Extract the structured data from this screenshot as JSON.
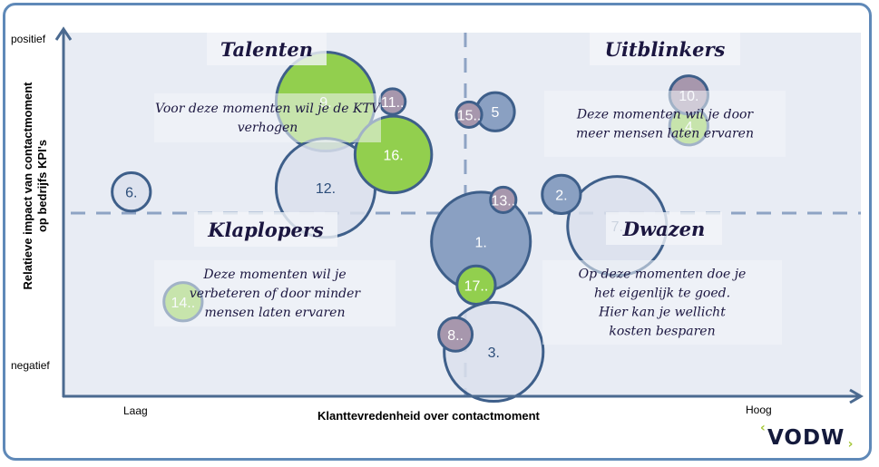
{
  "chart_data": {
    "type": "scatter",
    "subtype": "bubble",
    "title": "",
    "xlabel": "Klanttevredenheid over contactmoment",
    "ylabel": "Relatieve impact van contactmoment\nop bedrijfs KPI's",
    "x_tick_labels": {
      "low": "Laag",
      "high": "Hoog"
    },
    "y_tick_labels": {
      "high": "positief",
      "low": "negatief"
    },
    "xlim": [
      0,
      100
    ],
    "ylim": [
      0,
      100
    ],
    "x_divider": 50,
    "y_divider": 50,
    "grid": false,
    "quadrants": [
      {
        "id": "talenten",
        "title": "Talenten",
        "description": "Voor deze momenten wil je de KTV verhogen",
        "position": "top-left"
      },
      {
        "id": "uitblinkers",
        "title": "Uitblinkers",
        "description": "Deze momenten wil je door meer mensen laten ervaren",
        "position": "top-right"
      },
      {
        "id": "klaplopers",
        "title": "Klaplopers",
        "description": "Deze momenten wil je verbeteren of door minder mensen laten ervaren",
        "position": "bottom-left"
      },
      {
        "id": "dwazen",
        "title": "Dwazen",
        "description": "Op deze momenten doe je het eigenlijk te goed. Hier kan je wellicht kosten besparen",
        "position": "bottom-right"
      }
    ],
    "bubble_categories": {
      "blue": "#8aa0c2",
      "light": "#dbe1ec",
      "green": "#92cf4e",
      "mauve": "#a797ad"
    },
    "bubbles": [
      {
        "label": "1.",
        "x": 52.3,
        "y": 42.4,
        "size": 6.2,
        "category": "blue"
      },
      {
        "label": "2.",
        "x": 62.4,
        "y": 55.4,
        "size": 2.4,
        "category": "blue"
      },
      {
        "label": "3.",
        "x": 53.9,
        "y": 12.0,
        "size": 6.2,
        "category": "light"
      },
      {
        "label": "4",
        "x": 78.4,
        "y": 74.3,
        "size": 2.4,
        "category": "green"
      },
      {
        "label": "5",
        "x": 54.1,
        "y": 78.2,
        "size": 2.4,
        "category": "blue"
      },
      {
        "label": "6.",
        "x": 8.4,
        "y": 56.1,
        "size": 2.4,
        "category": "light"
      },
      {
        "label": "7.",
        "x": 69.4,
        "y": 46.7,
        "size": 6.2,
        "category": "light"
      },
      {
        "label": "8..",
        "x": 49.1,
        "y": 16.8,
        "size": 2.1,
        "category": "mauve"
      },
      {
        "label": "9.",
        "x": 32.8,
        "y": 81.0,
        "size": 6.2,
        "category": "green"
      },
      {
        "label": "10.",
        "x": 78.4,
        "y": 82.8,
        "size": 2.4,
        "category": "mauve"
      },
      {
        "label": "11..",
        "x": 41.2,
        "y": 81.0,
        "size": 1.6,
        "category": "mauve"
      },
      {
        "label": "12.",
        "x": 32.8,
        "y": 57.2,
        "size": 6.2,
        "category": "light"
      },
      {
        "label": "13..",
        "x": 55.1,
        "y": 53.9,
        "size": 1.6,
        "category": "mauve"
      },
      {
        "label": "14..",
        "x": 14.9,
        "y": 25.8,
        "size": 2.4,
        "category": "green"
      },
      {
        "label": "15..",
        "x": 50.8,
        "y": 77.4,
        "size": 1.6,
        "category": "mauve"
      },
      {
        "label": "16.",
        "x": 41.3,
        "y": 66.4,
        "size": 4.8,
        "category": "green"
      },
      {
        "label": "17..",
        "x": 51.7,
        "y": 30.4,
        "size": 2.4,
        "category": "green"
      }
    ]
  },
  "brand": {
    "logo_text": "VODW",
    "accent": "#a5c83a",
    "frame_color": "#5f89b8"
  }
}
